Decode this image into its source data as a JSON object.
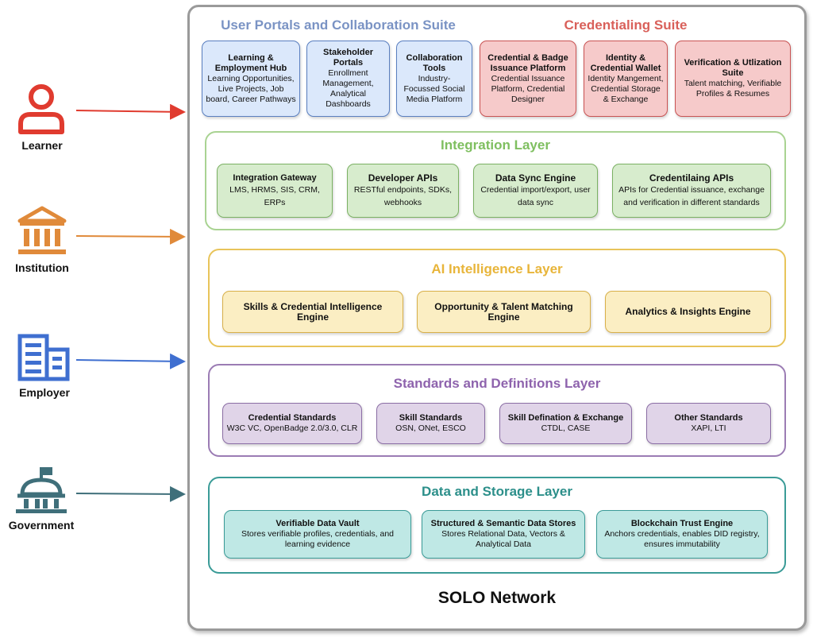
{
  "actors": [
    {
      "label": "Learner",
      "icon": "person-icon",
      "color": "#e03b2f"
    },
    {
      "label": "Institution",
      "icon": "institution-icon",
      "color": "#e08a3a"
    },
    {
      "label": "Employer",
      "icon": "building-icon",
      "color": "#3f6fd0"
    },
    {
      "label": "Government",
      "icon": "government-dome-icon",
      "color": "#3f6f7a"
    }
  ],
  "user_portals": {
    "title": "User Portals and Collaboration Suite",
    "title_color": "#7a93c4",
    "items": [
      {
        "title": "Learning & Employment Hub",
        "desc": "Learning Opportunities, Live Projects, Job board, Career Pathways"
      },
      {
        "title": "Stakeholder Portals",
        "desc": "Enrollment Management, Analytical Dashboards"
      },
      {
        "title": "Collaboration Tools",
        "desc": "Industry-Focussed Social Media Platform"
      }
    ]
  },
  "credentialing": {
    "title": "Credentialing Suite",
    "title_color": "#d9605a",
    "items": [
      {
        "title": "Credential & Badge Issuance Platform",
        "desc": "Credential Issuance Platform, Credential Designer"
      },
      {
        "title": "Identity & Credential Wallet",
        "desc": "Identity Mangement, Credential Storage & Exchange"
      },
      {
        "title": "Verification & Utlization Suite",
        "desc": "Talent matching, Verifiable Profiles & Resumes"
      }
    ]
  },
  "integration": {
    "title": "Integration Layer",
    "title_color": "#7fbf60",
    "items": [
      {
        "title": "Integration Gateway",
        "desc": "LMS, HRMS, SIS, CRM, ERPs"
      },
      {
        "title": "Developer APIs",
        "desc": "RESTful endpoints, SDKs, webhooks"
      },
      {
        "title": "Data Sync Engine",
        "desc": "Credential import/export, user data sync"
      },
      {
        "title": "Credentilaing APIs",
        "desc": "APIs for Credential issuance, exchange and verification in different standards"
      }
    ]
  },
  "ai": {
    "title": "AI Intelligence Layer",
    "title_color": "#e8b53a",
    "items": [
      {
        "title": "Skills & Credential Intelligence Engine"
      },
      {
        "title": "Opportunity & Talent Matching Engine"
      },
      {
        "title": "Analytics & Insights Engine"
      }
    ]
  },
  "standards": {
    "title": "Standards and Definitions Layer",
    "title_color": "#8e63ad",
    "items": [
      {
        "title": "Credential Standards",
        "desc": "W3C VC, OpenBadge 2.0/3.0, CLR"
      },
      {
        "title": "Skill Standards",
        "desc": "OSN, ONet, ESCO"
      },
      {
        "title": "Skill Defination & Exchange",
        "desc": "CTDL, CASE"
      },
      {
        "title": "Other Standards",
        "desc": "XAPI, LTI"
      }
    ]
  },
  "data": {
    "title": "Data and Storage Layer",
    "title_color": "#2c8f8a",
    "items": [
      {
        "title": "Verifiable Data Vault",
        "desc": "Stores verifiable profiles, credentials, and learning evidence"
      },
      {
        "title": "Structured & Semantic Data Stores",
        "desc": "Stores Relational Data, Vectors & Analytical Data"
      },
      {
        "title": "Blockchain Trust Engine",
        "desc": "Anchors credentials, enables DID registry, ensures immutability"
      }
    ]
  },
  "network_title": "SOLO Network"
}
